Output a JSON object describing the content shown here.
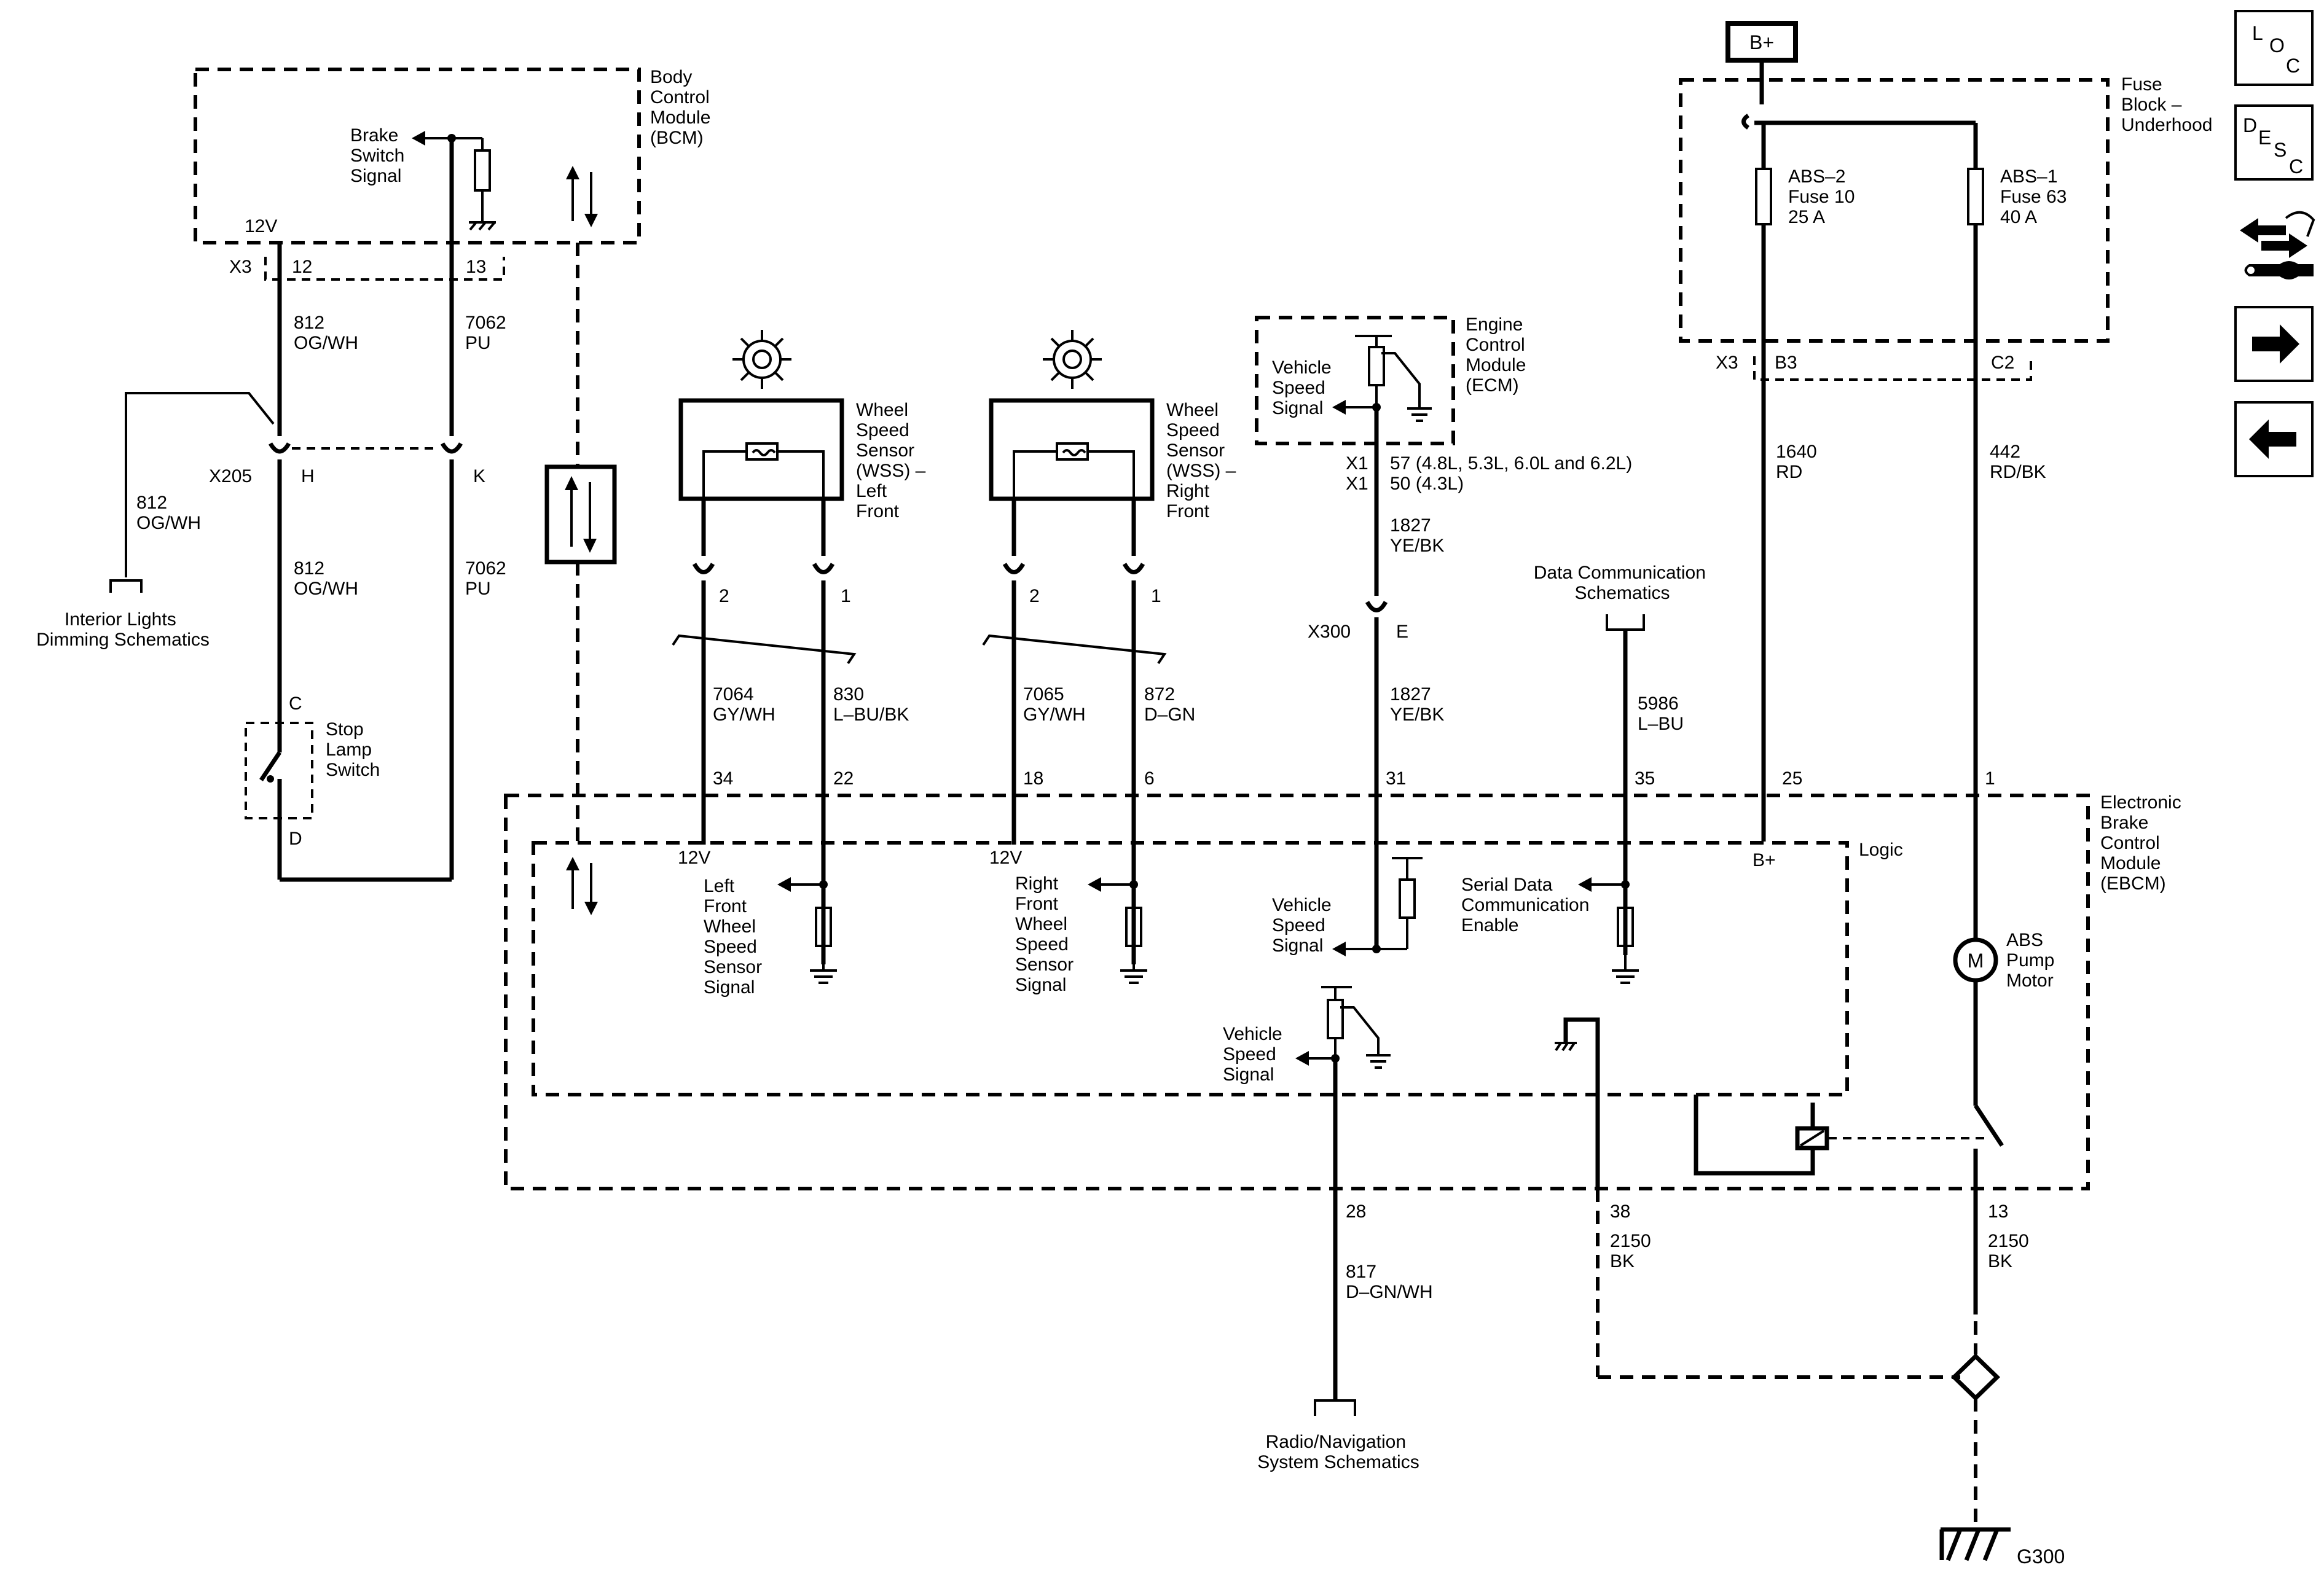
{
  "modules": {
    "bcm": [
      "Body",
      "Control",
      "Module",
      "(BCM)"
    ],
    "ecm": [
      "Engine",
      "Control",
      "Module",
      "(ECM)"
    ],
    "fuse_block": [
      "Fuse",
      "Block –",
      "Underhood"
    ],
    "ebcm": [
      "Electronic",
      "Brake",
      "Control",
      "Module",
      "(EBCM)"
    ],
    "logic": "Logic"
  },
  "bcm": {
    "brake_signal": [
      "Brake",
      "Switch",
      "Signal"
    ],
    "v12": "12V",
    "x3": "X3",
    "pin12": "12",
    "pin13": "13",
    "wire812": [
      "812",
      "OG/WH"
    ],
    "wire7062": [
      "7062",
      "PU"
    ]
  },
  "x205": {
    "label": "X205",
    "pin_h": "H",
    "pin_k": "K"
  },
  "interior": {
    "wire": [
      "812",
      "OG/WH"
    ],
    "label": [
      "Interior Lights",
      "Dimming Schematics"
    ]
  },
  "lower_bcm": {
    "wire812": [
      "812",
      "OG/WH"
    ],
    "wire7062": [
      "7062",
      "PU"
    ]
  },
  "stop_lamp": {
    "pin_c": "C",
    "pin_d": "D",
    "label": [
      "Stop",
      "Lamp",
      "Switch"
    ]
  },
  "wss_left": {
    "label": [
      "Wheel",
      "Speed",
      "Sensor",
      "(WSS) –",
      "Left",
      "Front"
    ],
    "pin2": "2",
    "pin1": "1",
    "wire_a": [
      "7064",
      "GY/WH"
    ],
    "wire_b": [
      "830",
      "L–BU/BK"
    ],
    "pin_a": "34",
    "pin_b": "22",
    "v12": "12V",
    "signal": [
      "Left",
      "Front",
      "Wheel",
      "Speed",
      "Sensor",
      "Signal"
    ]
  },
  "wss_right": {
    "label": [
      "Wheel",
      "Speed",
      "Sensor",
      "(WSS) –",
      "Right",
      "Front"
    ],
    "pin2": "2",
    "pin1": "1",
    "wire_a": [
      "7065",
      "GY/WH"
    ],
    "wire_b": [
      "872",
      "D–GN"
    ],
    "pin_a": "18",
    "pin_b": "6",
    "v12": "12V",
    "signal": [
      "Right",
      "Front",
      "Wheel",
      "Speed",
      "Sensor",
      "Signal"
    ]
  },
  "ecm_block": {
    "signal": [
      "Vehicle",
      "Speed",
      "Signal"
    ],
    "x1_a": "X1",
    "x1_b": "X1",
    "pins_a": "57 (4.8L, 5.3L, 6.0L and 6.2L)",
    "pins_b": "50 (4.3L)",
    "wire_top": [
      "1827",
      "YE/BK"
    ],
    "x300": "X300",
    "pin_e": "E",
    "wire_bottom": [
      "1827",
      "YE/BK"
    ],
    "ebcm_pin": "31",
    "ebcm_signal": [
      "Vehicle",
      "Speed",
      "Signal"
    ]
  },
  "data_comm": {
    "label": [
      "Data Communication",
      "Schematics"
    ],
    "wire": [
      "5986",
      "L–BU"
    ],
    "pin": "35",
    "serial": [
      "Serial Data",
      "Communication",
      "Enable"
    ]
  },
  "fuses": {
    "bplus_top": "B+",
    "abs2": [
      "ABS–2",
      "Fuse 10",
      "25 A"
    ],
    "abs1": [
      "ABS–1",
      "Fuse 63",
      "40 A"
    ],
    "x3": "X3",
    "b3": "B3",
    "c2": "C2",
    "wire1640": [
      "1640",
      "RD"
    ],
    "wire442": [
      "442",
      "RD/BK"
    ],
    "pin25": "25",
    "pin1": "1",
    "bplus_in": "B+"
  },
  "pump": {
    "symbol": "M",
    "label": [
      "ABS",
      "Pump",
      "Motor"
    ]
  },
  "output": {
    "signal": [
      "Vehicle",
      "Speed",
      "Signal"
    ],
    "pin28": "28",
    "wire817": [
      "817",
      "D–GN/WH"
    ],
    "radio": [
      "Radio/Navigation",
      "System Schematics"
    ]
  },
  "grounds": {
    "pin38": "38",
    "wire38": [
      "2150",
      "BK"
    ],
    "pin13": "13",
    "wire13": [
      "2150",
      "BK"
    ],
    "g300": "G300"
  },
  "side_buttons": {
    "loc": [
      "L",
      "O",
      "C"
    ],
    "desc": [
      "D",
      "E",
      "S",
      "C"
    ]
  }
}
